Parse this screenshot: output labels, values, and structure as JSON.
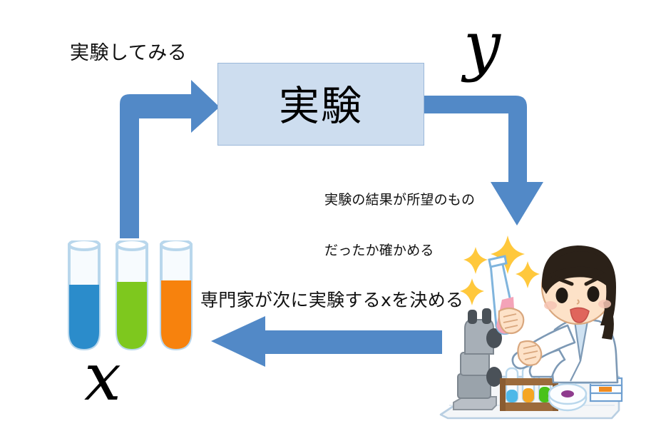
{
  "diagram": {
    "title_flow": "experiment optimization loop",
    "background_color": "#ffffff",
    "arrow_color": "#5289c7",
    "box_fill_color": "#cdddef",
    "box_border_color": "#9bb8d9",
    "sparkle_color": "#ffc83c"
  },
  "labels": {
    "try_experiment": "実験してみる",
    "verify_result_line1": "実験の結果が所望のもの",
    "verify_result_line2": "だったか確かめる",
    "expert_decides": "専門家が次に実験するxを決める",
    "output_variable": "y",
    "input_variable": "x"
  },
  "process_box": {
    "label": "実験"
  },
  "test_tubes": {
    "items": [
      {
        "name": "tube-blue",
        "liquid_color": "#2b8ccb",
        "glass_color": "#b9d7ec"
      },
      {
        "name": "tube-green",
        "liquid_color": "#7ec81e",
        "glass_color": "#b9d7ec"
      },
      {
        "name": "tube-orange",
        "liquid_color": "#f7820d",
        "glass_color": "#b9d7ec"
      }
    ]
  },
  "scientist_scene": {
    "figure": "female scientist in lab coat holding a test tube",
    "held_tube_liquid_color": "#f4a3b8",
    "sparkles": 4,
    "bench_items": [
      "microscope",
      "test tube rack with three tubes",
      "petri dish",
      "microscope slide tray"
    ],
    "rack_tube_colors": [
      "#4db8e8",
      "#f5a623",
      "#49c21a"
    ],
    "petri_dish_color": "#8e3b8e",
    "slide_sample_color": "#f08a1e"
  },
  "arrows": {
    "items": [
      {
        "name": "arrow-up-right-to-box",
        "direction": "elbow-up-right"
      },
      {
        "name": "arrow-right-down-from-box",
        "direction": "elbow-right-down"
      },
      {
        "name": "arrow-left-feedback",
        "direction": "left"
      }
    ]
  }
}
